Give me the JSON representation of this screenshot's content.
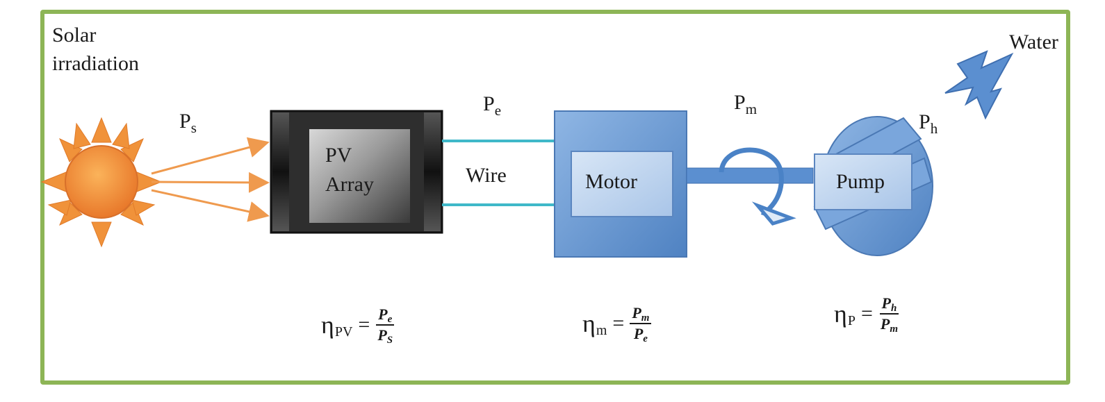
{
  "labels": {
    "solar_line1": "Solar",
    "solar_line2": "irradiation",
    "water": "Water",
    "wire": "Wire",
    "pv_line1": "PV",
    "pv_line2": "Array",
    "motor": "Motor",
    "pump": "Pump"
  },
  "powers": {
    "ps": {
      "main": "P",
      "sub": "s"
    },
    "pe": {
      "main": "P",
      "sub": "e"
    },
    "pm": {
      "main": "P",
      "sub": "m"
    },
    "ph": {
      "main": "P",
      "sub": "h"
    }
  },
  "equations": {
    "pv": {
      "eta": "η",
      "sub": "PV",
      "eq": "=",
      "num": "P",
      "num_sub": "e",
      "den": "P",
      "den_sub": "S"
    },
    "motor": {
      "eta": "η",
      "sub": "m",
      "eq": "=",
      "num": "P",
      "num_sub": "m",
      "den": "P",
      "den_sub": "e"
    },
    "pump": {
      "eta": "η",
      "sub": "P",
      "eq": "=",
      "num": "P",
      "num_sub": "h",
      "den": "P",
      "den_sub": "m"
    }
  },
  "colors": {
    "frame": "#8db556",
    "sun": "#f0923a",
    "arrow": "#ef9a4e",
    "wire": "#3fb8c9",
    "blue_component": "#6f9ed4",
    "panel_dark": "#2e2e2e"
  }
}
